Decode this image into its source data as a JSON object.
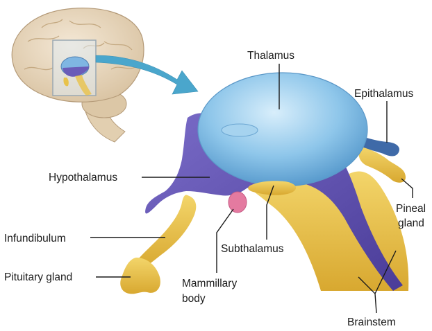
{
  "labels": {
    "thalamus": "Thalamus",
    "epithalamus": "Epithalamus",
    "hypothalamus": "Hypothalamus",
    "pineal_line1": "Pineal",
    "pineal_line2": "gland",
    "infundibulum": "Infundibulum",
    "subthalamus": "Subthalamus",
    "pituitary": "Pituitary gland",
    "mammillary_line1": "Mammillary",
    "mammillary_line2": "body",
    "brainstem": "Brainstem"
  },
  "colors": {
    "thalamus": "#8ec6ea",
    "hypothalamus": "#6a5cb8",
    "gland_yellow": "#e8c24a",
    "mammillary_pink": "#e47aa0",
    "arrow_blue": "#4aa6cc",
    "brain_tan": "#e8d7bd"
  }
}
